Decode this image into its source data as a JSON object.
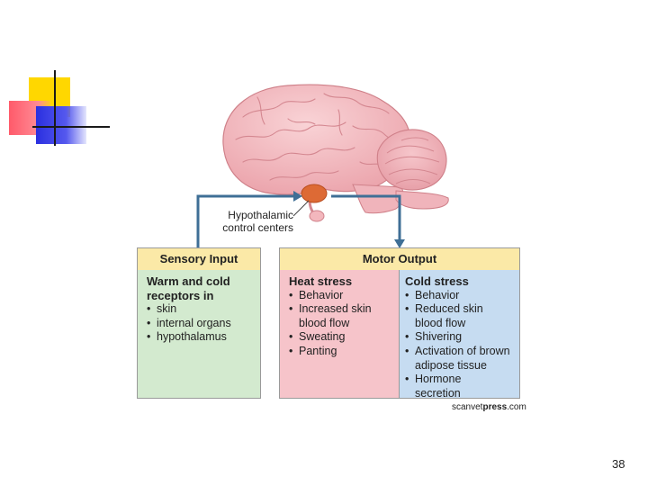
{
  "hypothalamic_label": [
    "Hypothalamic",
    "control centers"
  ],
  "sensory": {
    "header": "Sensory Input",
    "title": [
      "Warm and cold",
      "receptors in"
    ],
    "items": [
      "skin",
      "internal organs",
      "hypothalamus"
    ]
  },
  "motor": {
    "header": "Motor Output",
    "heat": {
      "title": "Heat stress",
      "items": [
        [
          "Behavior"
        ],
        [
          "Increased skin",
          "blood flow"
        ],
        [
          "Sweating"
        ],
        [
          "Panting"
        ]
      ]
    },
    "cold": {
      "title": "Cold stress",
      "items": [
        [
          "Behavior"
        ],
        [
          "Reduced skin",
          "blood flow"
        ],
        [
          "Shivering"
        ],
        [
          "Activation of brown",
          "adipose tissue"
        ],
        [
          "Hormone",
          "secretion"
        ]
      ]
    }
  },
  "credit": {
    "prefix": "scanvet",
    "bold": "press",
    "suffix": ".com"
  },
  "page_number": "38",
  "colors": {
    "header_yellow": "#fbe9a7",
    "sensory_green": "#d3eacf",
    "heat_pink": "#f6c4ca",
    "cold_blue": "#c6dcf1",
    "arrow_blue": "#3f6f96",
    "brain_pink": "#f3b7bd",
    "hypothalamus_orange": "#dd6a35"
  }
}
